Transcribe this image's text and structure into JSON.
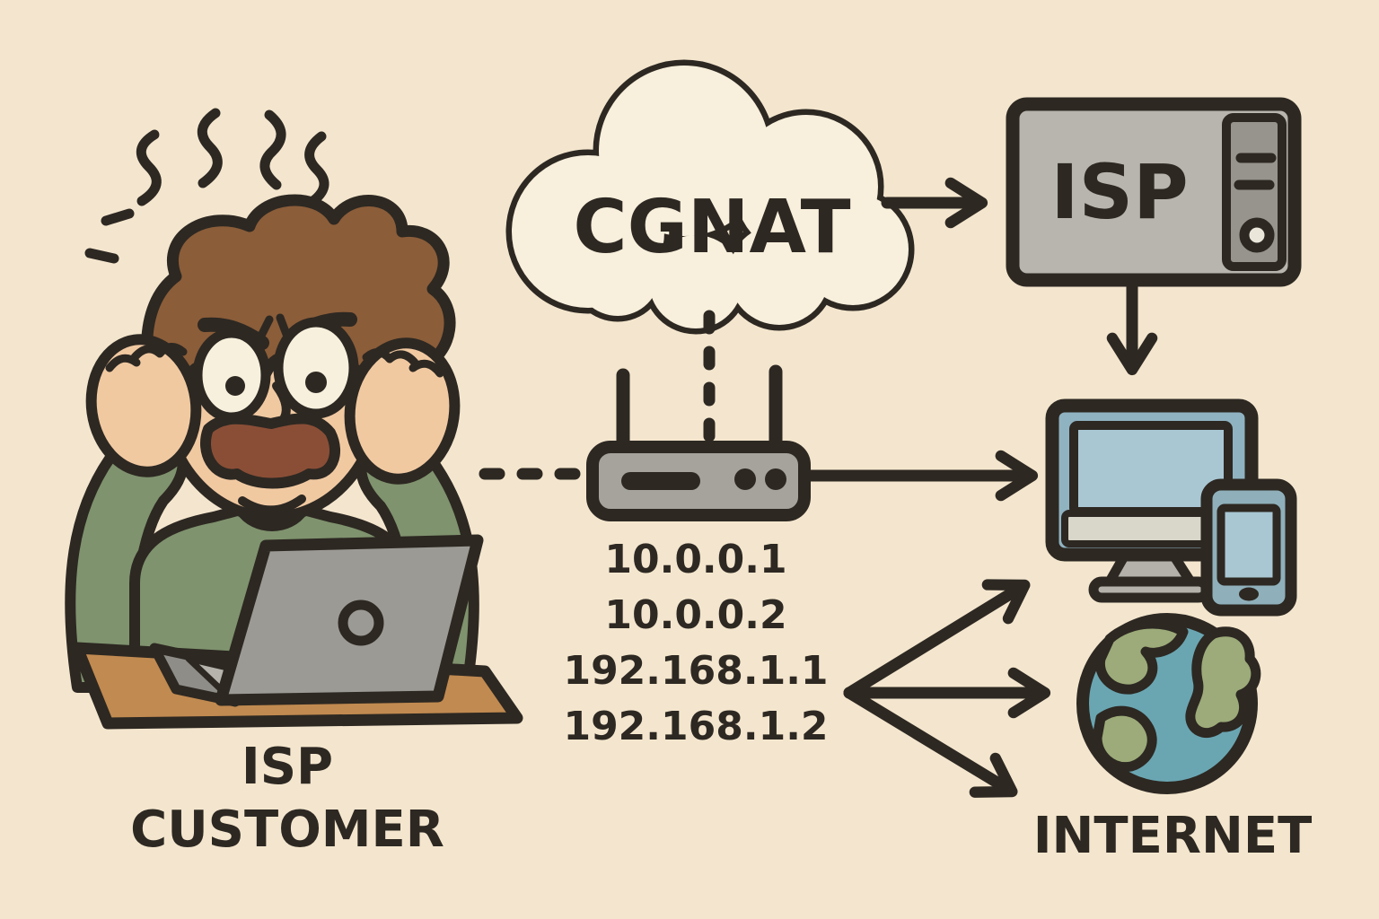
{
  "labels": {
    "cloud": "CGNAT",
    "isp": "ISP",
    "customer_line1": "ISP",
    "customer_line2": "CUSTOMER",
    "internet": "INTERNET"
  },
  "ip_addresses": [
    "10.0.0.1",
    "10.0.0.2",
    "192.168.1.1",
    "192.168.1.2"
  ],
  "colors": {
    "background": "#f4e6ce",
    "ink": "#2d2822",
    "cloud_fill": "#f8efdc",
    "isp_panel": "#b7b5ae",
    "isp_side_panel": "#96948d",
    "router_body": "#a5a39c",
    "monitor_bezel": "#90b3c1",
    "device_screen_blue": "#a9c7d3",
    "monitor_chin": "#d9d6ca",
    "tablet_body": "#8fb0ba",
    "globe_ocean": "#6aa6b2",
    "globe_land": "#9cab79",
    "desk": "#c18a50",
    "laptop": "#9c9a95",
    "sweater": "#7f936e",
    "skin": "#f1c9a1",
    "hair": "#8b5d39",
    "mouth_inner": "#8a4e36"
  }
}
